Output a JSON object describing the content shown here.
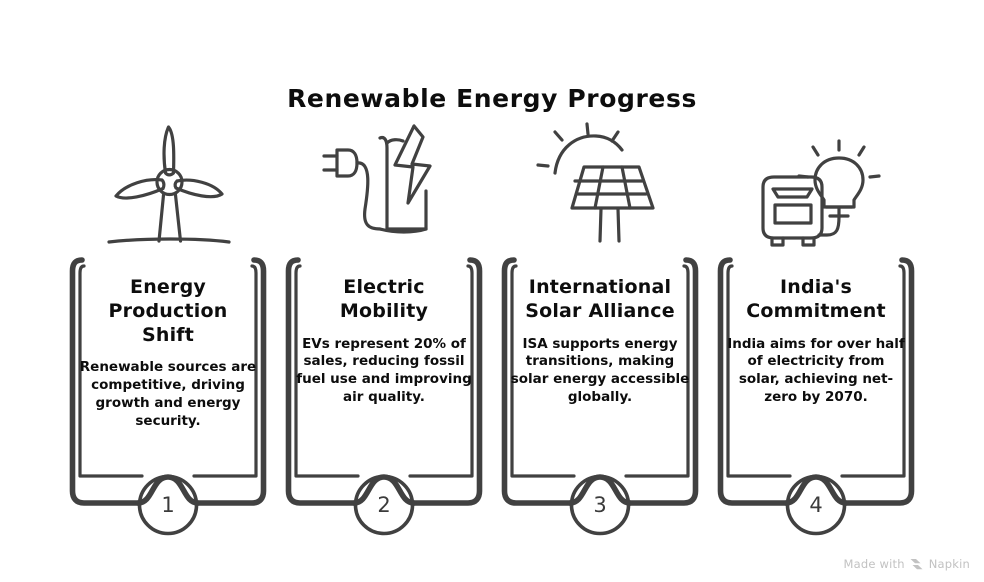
{
  "page": {
    "title": "Renewable Energy Progress",
    "background_color": "#ffffff",
    "stroke_color": "#414141",
    "text_color": "#0d0d0d"
  },
  "cards": [
    {
      "number": "1",
      "heading": "Energy\nProduction\nShift",
      "text": "Renewable sources are competitive, driving growth and energy security.",
      "icon": "wind-turbine-icon"
    },
    {
      "number": "2",
      "heading": "Electric\nMobility",
      "text": "EVs represent 20% of sales, reducing fossil fuel use and improving air quality.",
      "icon": "ev-charger-icon"
    },
    {
      "number": "3",
      "heading": "International\nSolar Alliance",
      "text": "ISA supports energy transitions, making solar energy accessible globally.",
      "icon": "solar-panel-icon"
    },
    {
      "number": "4",
      "heading": "India's\nCommitment",
      "text": "India aims for over half of electricity from solar, achieving net-zero by 2070.",
      "icon": "generator-bulb-icon"
    }
  ],
  "watermark": {
    "prefix": "Made with",
    "brand": "Napkin",
    "logo": "napkin-chevron-icon",
    "color": "#c2c2c2"
  }
}
